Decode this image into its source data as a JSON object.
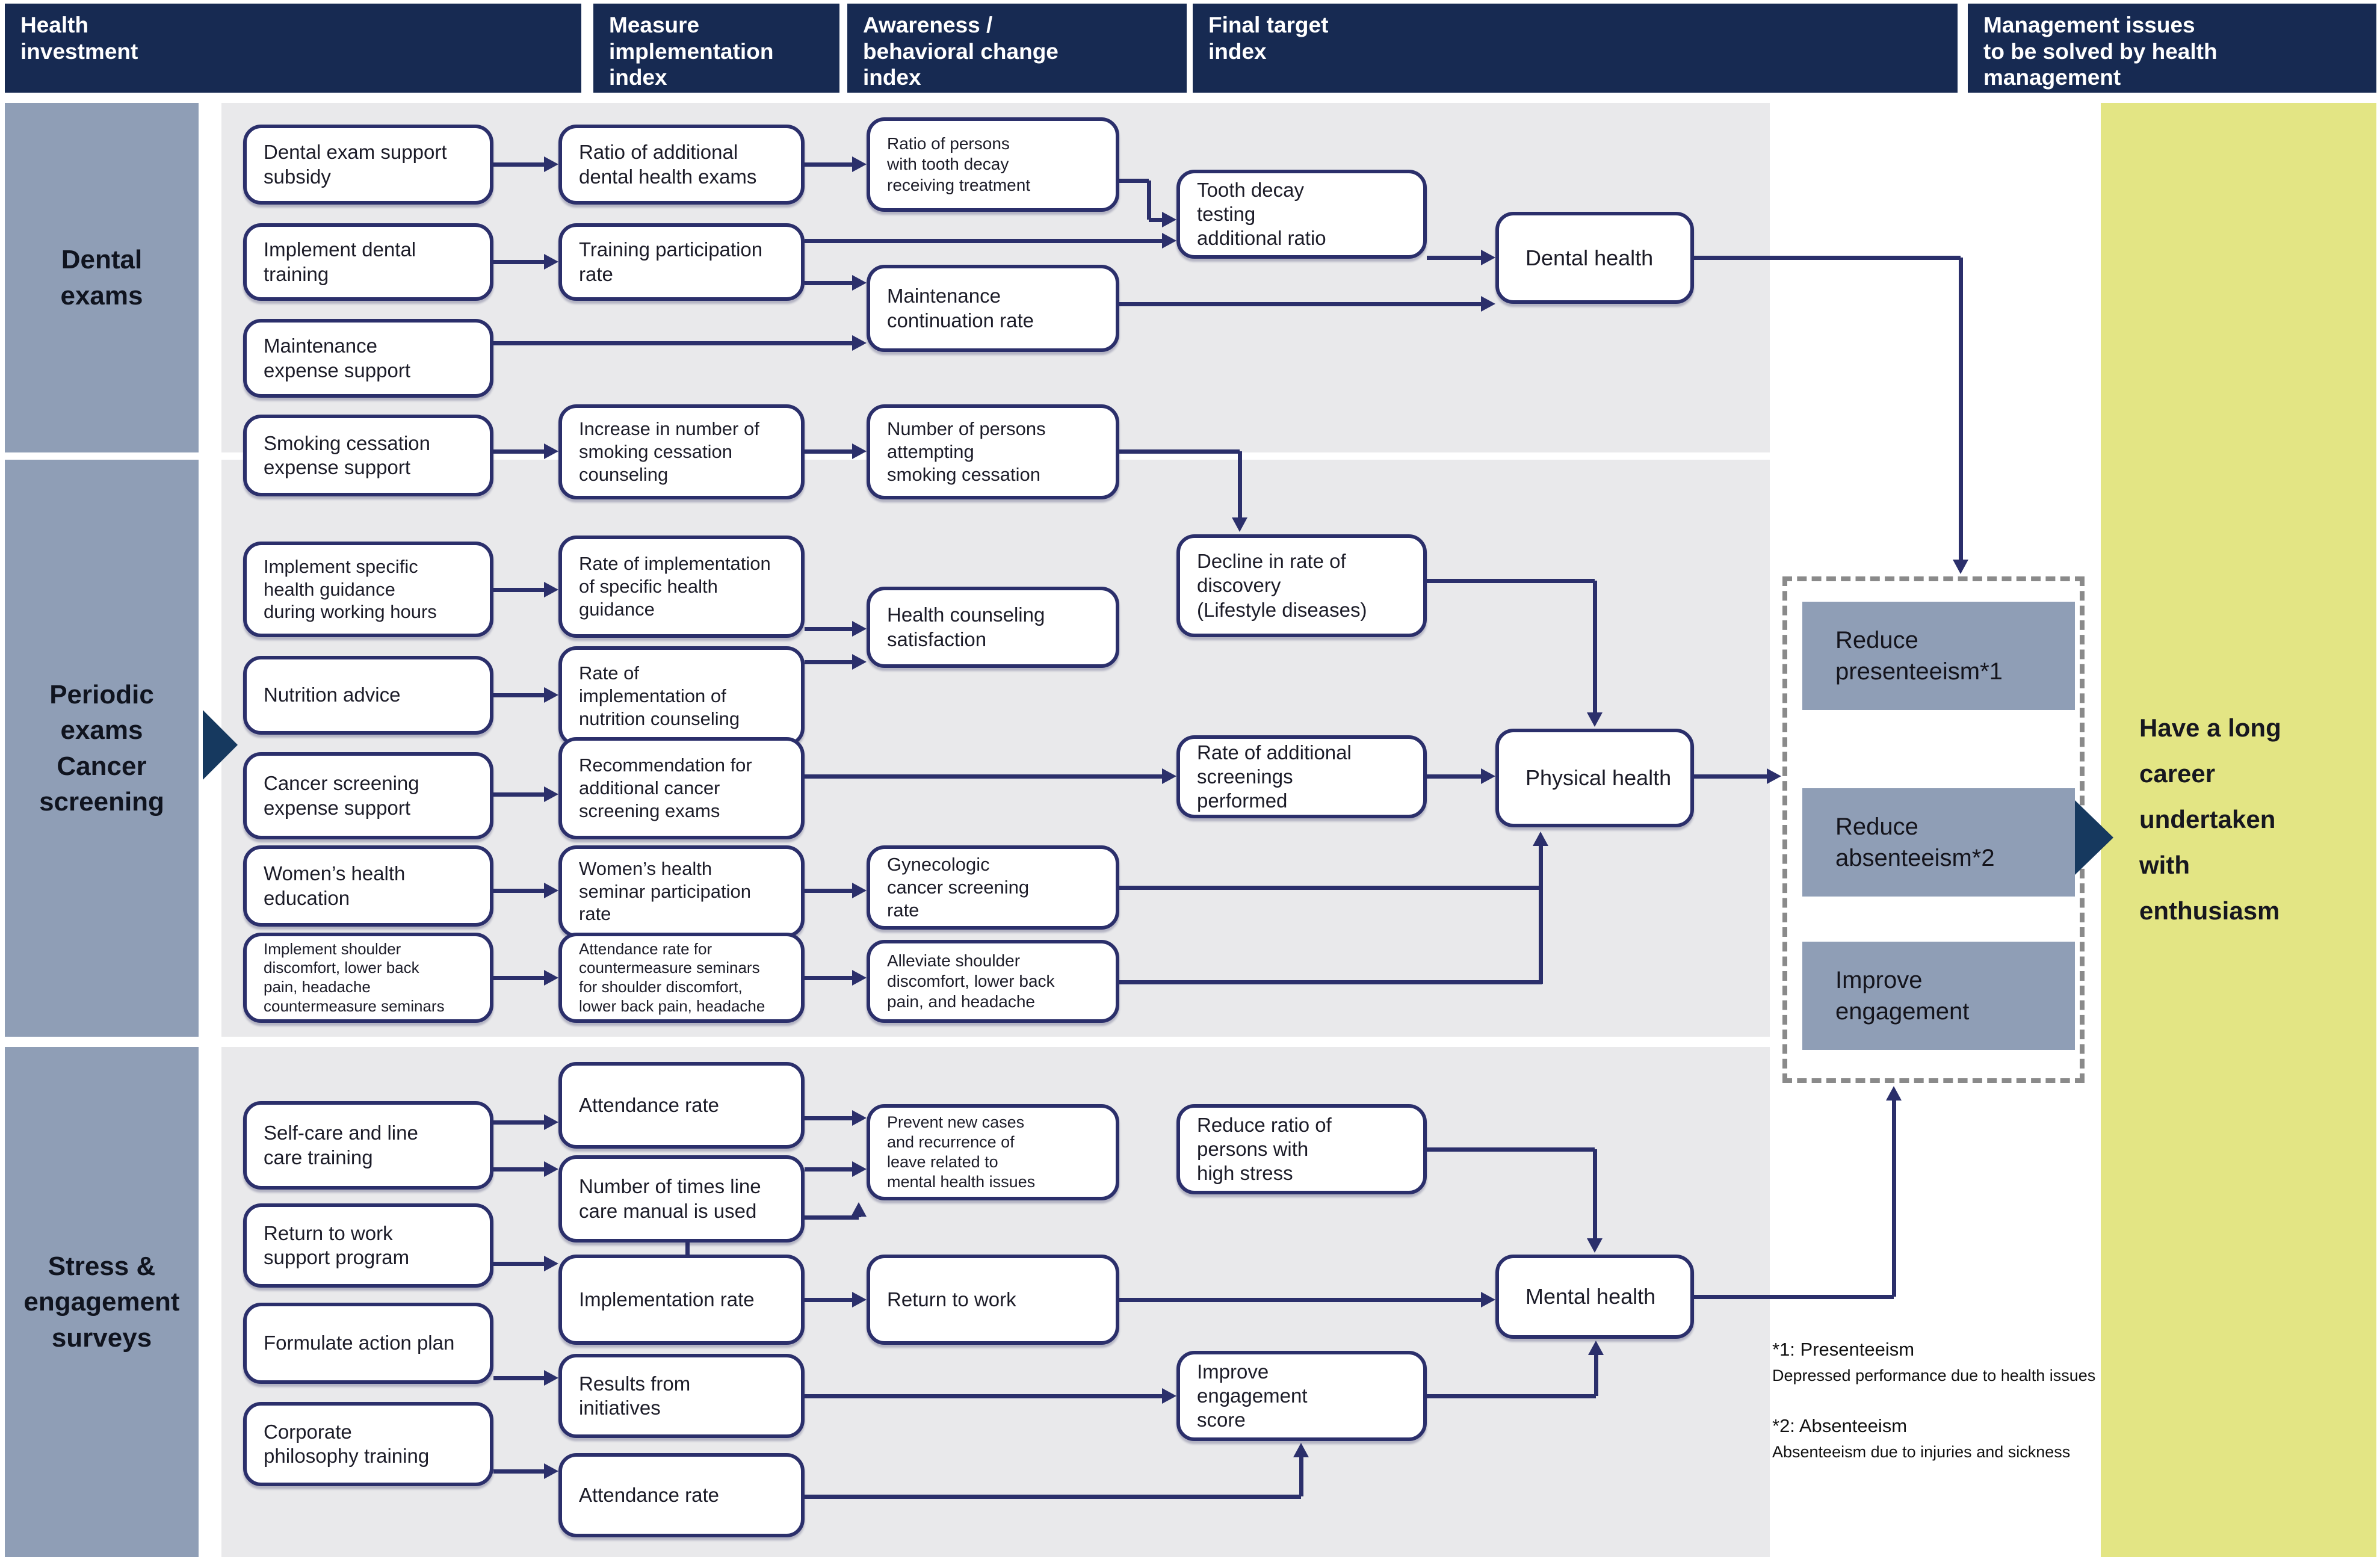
{
  "headers": [
    {
      "id": "health-investment",
      "label": "Health\ninvestment"
    },
    {
      "id": "measure-implementation-index",
      "label": "Measure\nimplementation\nindex"
    },
    {
      "id": "awareness-behavioral-change-index",
      "label": "Awareness /\nbehavioral change\nindex"
    },
    {
      "id": "final-target-index",
      "label": "Final target\nindex"
    },
    {
      "id": "management-issues",
      "label": "Management issues\nto be solved by health\nmanagement"
    }
  ],
  "sidebar_sections": [
    {
      "id": "dental-exams",
      "label": "Dental\nexams"
    },
    {
      "id": "periodic-exams",
      "label": "Periodic\nexams\nCancer\nscreening"
    },
    {
      "id": "stress-engagement",
      "label": "Stress &\nengagement\nsurveys"
    }
  ],
  "nodes": [
    {
      "id": "dental-subsidy",
      "label": "Dental exam support\nsubsidy"
    },
    {
      "id": "ratio-exams",
      "label": "Ratio of additional\ndental health exams"
    },
    {
      "id": "decay-treatment",
      "label": "Ratio of persons\nwith tooth decay\nreceiving treatment"
    },
    {
      "id": "tooth-ratio",
      "label": "Tooth decay\ntesting\nadditional ratio"
    },
    {
      "id": "dental-training",
      "label": "Implement dental\ntraining"
    },
    {
      "id": "training-rate",
      "label": "Training participation\nrate"
    },
    {
      "id": "maintenance-rate",
      "label": "Maintenance\ncontinuation rate"
    },
    {
      "id": "maintenance-support",
      "label": "Maintenance\nexpense support"
    },
    {
      "id": "dental-health",
      "label": "Dental health"
    },
    {
      "id": "smoking-support",
      "label": "Smoking cessation\nexpense support"
    },
    {
      "id": "counseling-increase",
      "label": "Increase in number of\nsmoking cessation\ncounseling"
    },
    {
      "id": "smoking-attempts",
      "label": "Number of persons\nattempting\nsmoking cessation"
    },
    {
      "id": "decline-discovery",
      "label": "Decline in rate of\ndiscovery\n(Lifestyle diseases)"
    },
    {
      "id": "specific-guidance",
      "label": "Implement specific\nhealth guidance\nduring working hours"
    },
    {
      "id": "guidance-rate",
      "label": "Rate of implementation\nof specific health\nguidance"
    },
    {
      "id": "counseling-satisfaction",
      "label": "Health counseling\nsatisfaction"
    },
    {
      "id": "nutrition-advice",
      "label": "Nutrition advice"
    },
    {
      "id": "nutrition-rate",
      "label": "Rate of\nimplementation of\nnutrition counseling"
    },
    {
      "id": "cancer-support",
      "label": "Cancer screening\nexpense support"
    },
    {
      "id": "screening-recommend",
      "label": "Recommendation for\nadditional cancer\nscreening exams"
    },
    {
      "id": "screenings-performed",
      "label": "Rate of additional\nscreenings\nperformed"
    },
    {
      "id": "physical-health",
      "label": "Physical health"
    },
    {
      "id": "womens-education",
      "label": "Women’s health\neducation"
    },
    {
      "id": "seminar-rate",
      "label": "Women’s health\nseminar participation\nrate"
    },
    {
      "id": "gynecologic-rate",
      "label": "Gynecologic\ncancer screening\nrate"
    },
    {
      "id": "shoulder-seminars",
      "label": "Implement shoulder\ndiscomfort, lower back\npain, headache\ncountermeasure seminars"
    },
    {
      "id": "countermeasure-attendance",
      "label": "Attendance rate for\ncountermeasure seminars\nfor shoulder discomfort,\nlower back pain, headache"
    },
    {
      "id": "alleviate-pain",
      "label": "Alleviate shoulder\ndiscomfort, lower back\npain, and headache"
    },
    {
      "id": "attendance-top",
      "label": "Attendance rate"
    },
    {
      "id": "selfcare-training",
      "label": "Self-care and line\ncare training"
    },
    {
      "id": "manual-use",
      "label": "Number of times line\ncare manual is used"
    },
    {
      "id": "prevent-cases",
      "label": "Prevent new cases\nand recurrence of\nleave related to\nmental health issues"
    },
    {
      "id": "high-stress",
      "label": "Reduce ratio of\npersons with\nhigh stress"
    },
    {
      "id": "return-program",
      "label": "Return to work\nsupport program"
    },
    {
      "id": "implementation-rate",
      "label": "Implementation rate"
    },
    {
      "id": "return-work",
      "label": "Return to work"
    },
    {
      "id": "mental-health",
      "label": "Mental health"
    },
    {
      "id": "action-plan",
      "label": "Formulate action plan"
    },
    {
      "id": "results-initiatives",
      "label": "Results from\ninitiatives"
    },
    {
      "id": "engagement-score",
      "label": "Improve\nengagement\nscore"
    },
    {
      "id": "philosophy-training",
      "label": "Corporate\nphilosophy training"
    },
    {
      "id": "attendance-bottom",
      "label": "Attendance rate"
    }
  ],
  "targets": [
    {
      "id": "reduce-presenteeism",
      "label": "Reduce\npresenteeism*1"
    },
    {
      "id": "reduce-absenteeism",
      "label": "Reduce\nabsenteeism*2"
    },
    {
      "id": "improve-engagement",
      "label": "Improve\nengagement"
    }
  ],
  "goal": {
    "lines": [
      "Have a long",
      "career",
      "undertaken",
      "with",
      "enthusiasm"
    ]
  },
  "footnotes": [
    {
      "title": "*1: Presenteeism",
      "body": "Depressed performance due to health issues"
    },
    {
      "title": "*2: Absenteeism",
      "body": "Absenteeism due to injuries and sickness"
    }
  ],
  "icons": [
    {
      "id": "flow-arrow-icon"
    },
    {
      "id": "goal-arrow-icon"
    }
  ],
  "colors": {
    "header_navy": "#172a52",
    "connector_indigo": "#2b2f6b",
    "slate_blue": "#8f9eb6",
    "band_gray": "#e9e9eb",
    "goal_yellow": "#e3e584",
    "arrow_navy": "#16395f",
    "text_dark": "#1c1c28"
  }
}
